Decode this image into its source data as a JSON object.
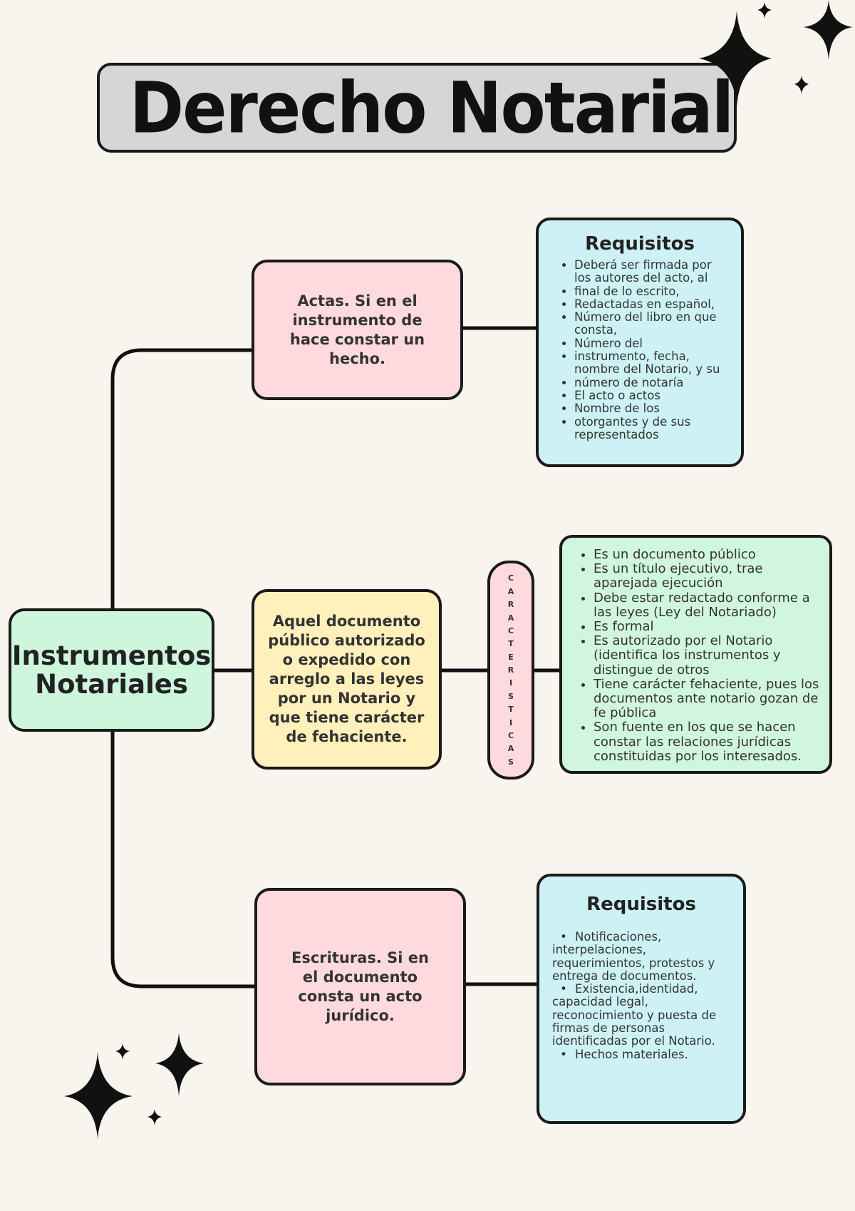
{
  "title": "Derecho Notarial",
  "root": {
    "label_line1": "Instrumentos",
    "label_line2": "Notariales"
  },
  "branches": {
    "actas": "Actas. Si en el instrumento de hace constar un hecho.",
    "documento": "Aquel documento público autorizado o expedido con arreglo a las leyes por un Notario y que tiene carácter de fehaciente.",
    "escrituras": "Escrituras. Si en el documento consta un acto jurídico."
  },
  "requisitos_actas": {
    "heading": "Requisitos",
    "items": [
      "Deberá ser firmada por los autores del acto, al",
      "final de lo escrito,",
      "Redactadas en español,",
      "Número del libro en que consta,",
      "Número del",
      "instrumento, fecha, nombre del Notario, y su",
      "número de notaría",
      "El acto o actos",
      "Nombre de los",
      "otorgantes y de sus representados"
    ]
  },
  "caracteristicas": {
    "label": "CARACTERISTICAS",
    "items": [
      "Es un documento público",
      "Es un título ejecutivo, trae aparejada ejecución",
      "Debe estar redactado conforme a las leyes (Ley del Notariado)",
      "Es formal",
      "Es autorizado por el Notario (identifica los instrumentos y distingue de otros",
      "Tiene carácter fehaciente, pues los documentos ante notario gozan de fe pública",
      "Son fuente en los que se hacen constar las relaciones jurídicas constituidas por los interesados."
    ]
  },
  "requisitos_escrituras": {
    "heading": "Requisitos",
    "items": [
      "Notificaciones, interpelaciones, requerimientos, protestos y entrega de documentos.",
      "Existencia,identidad, capacidad legal, reconocimiento y puesta de firmas de personas identificadas por el Notario.",
      "Hechos materiales."
    ]
  }
}
